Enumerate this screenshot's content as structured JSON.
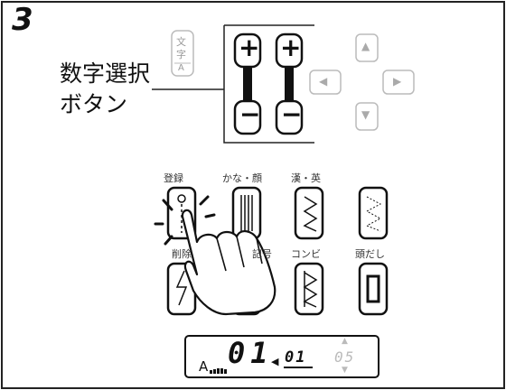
{
  "step": {
    "number": "3",
    "callout_line1": "数字選択",
    "callout_line2": "ボタン"
  },
  "mode_key": {
    "top": "文",
    "middle": "字",
    "bottom": "A"
  },
  "number_buttons": {
    "plus_symbol": "+",
    "minus_symbol": "−"
  },
  "direction_pad": {
    "up": "▲",
    "left": "◀",
    "right": "▶",
    "down": "▼"
  },
  "pattern_buttons": {
    "row1": [
      {
        "label": "登録"
      },
      {
        "label": "かな・顔"
      },
      {
        "label": "漢・英"
      }
    ],
    "row2": [
      {
        "label": "削除"
      },
      {
        "label": "記号"
      },
      {
        "label": "コンビ"
      },
      {
        "label": "頭だし"
      }
    ]
  },
  "display": {
    "mode_letter": "A",
    "big_number": "01",
    "arrow": "◀",
    "small_number": "01",
    "count": "05",
    "up_arrow": "▲",
    "down_arrow": "▼"
  }
}
